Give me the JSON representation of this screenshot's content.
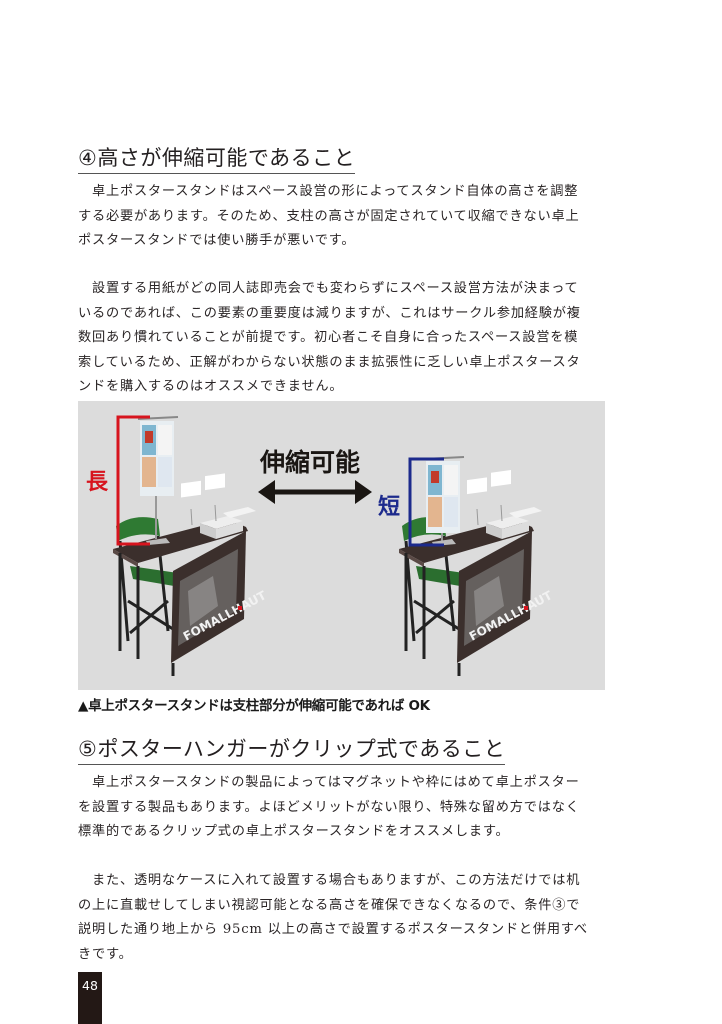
{
  "section4": {
    "heading": "④高さが伸縮可能であること",
    "paragraph1": [
      "　卓上ポスタースタンドはスペース設営の形によってスタンド自体の高さを調整",
      "する必要があります。そのため、支柱の高さが固定されていて収縮できない卓上",
      "ポスタースタンドでは使い勝手が悪いです。"
    ],
    "paragraph2": [
      "　設置する用紙がどの同人誌即売会でも変わらずにスペース設営方法が決まって",
      "いるのであれば、この要素の重要度は減りますが、これはサークル参加経験が複",
      "数回あり慣れていることが前提です。初心者こそ自身に合ったスペース設営を模",
      "索しているため、正解がわからない状態のまま拡張性に乏しい卓上ポスタースタ",
      "ンドを購入するのはオススメできません。"
    ]
  },
  "figure": {
    "label_center": "伸縮可能",
    "label_long": "長",
    "label_short": "短",
    "brand_text": "FOMALLHAUT",
    "colors": {
      "background": "#dcdcdc",
      "long_bracket": "#d7141e",
      "short_bracket": "#1c2a8c",
      "arrow": "#1a1613",
      "table": "#3b2f2c",
      "chair": "#2f7a33"
    },
    "caption": "▲卓上ポスタースタンドは支柱部分が伸縮可能であれば OK"
  },
  "section5": {
    "heading": "⑤ポスターハンガーがクリップ式であること",
    "paragraph1": [
      "　卓上ポスタースタンドの製品によってはマグネットや枠にはめて卓上ポスター",
      "を設置する製品もあります。よほどメリットがない限り、特殊な留め方ではなく",
      "標準的であるクリップ式の卓上ポスタースタンドをオススメします。"
    ],
    "paragraph2": [
      "　また、透明なケースに入れて設置する場合もありますが、この方法だけでは机",
      "の上に直載せしてしまい視認可能となる高さを確保できなくなるので、条件③で",
      "説明した通り地上から 95cm 以上の高さで設置するポスタースタンドと併用すべ",
      "きです。"
    ]
  },
  "footer": {
    "page_number": "48"
  }
}
